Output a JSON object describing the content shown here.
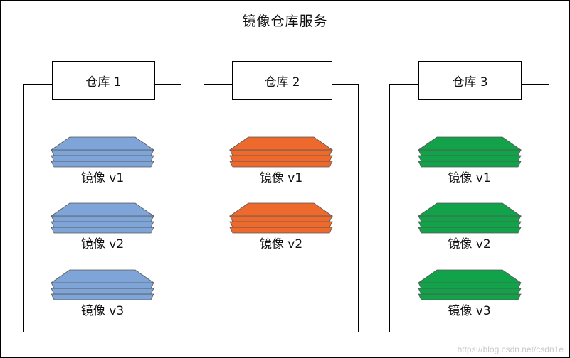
{
  "title": "镜像仓库服务",
  "repos": [
    {
      "label": "仓库 1",
      "color": "#7ea4d8",
      "images": [
        "镜像 v1",
        "镜像 v2",
        "镜像 v3"
      ]
    },
    {
      "label": "仓库 2",
      "color": "#ee6a2c",
      "images": [
        "镜像 v1",
        "镜像 v2"
      ]
    },
    {
      "label": "仓库 3",
      "color": "#12a24a",
      "images": [
        "镜像 v1",
        "镜像 v2",
        "镜像 v3"
      ]
    }
  ],
  "watermark": "https://blog.csdn.net/csdn1e"
}
